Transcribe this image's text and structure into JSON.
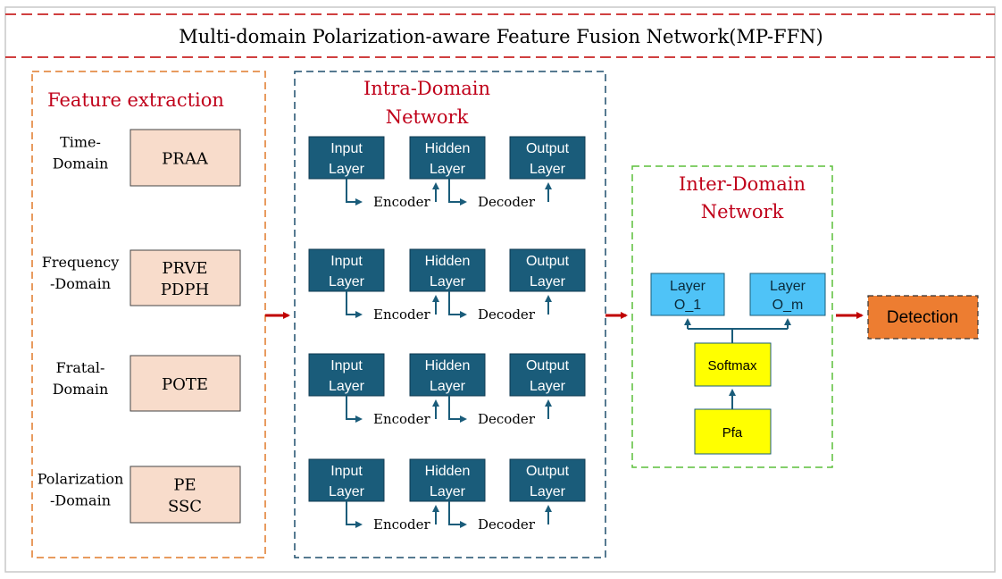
{
  "title": "Multi-domain Polarization-aware Feature Fusion Network(MP-FFN)",
  "feature_extraction": {
    "heading": "Feature extraction",
    "rows": [
      {
        "domain_lines": [
          "Time-",
          "Domain"
        ],
        "feature_lines": [
          "PRAA"
        ]
      },
      {
        "domain_lines": [
          "Frequency",
          "-Domain"
        ],
        "feature_lines": [
          "PRVE",
          "PDPH"
        ]
      },
      {
        "domain_lines": [
          "Fratal-",
          "Domain"
        ],
        "feature_lines": [
          "POTE"
        ]
      },
      {
        "domain_lines": [
          "Polarization",
          "-Domain"
        ],
        "feature_lines": [
          "PE",
          "SSC"
        ]
      }
    ]
  },
  "intra_domain": {
    "heading_lines": [
      "Intra-Domain",
      "Network"
    ],
    "input_lines": [
      "Input",
      "Layer"
    ],
    "hidden_lines": [
      "Hidden",
      "Layer"
    ],
    "output_lines": [
      "Output",
      "Layer"
    ],
    "encoder_label": "Encoder",
    "decoder_label": "Decoder",
    "block_count": 4
  },
  "inter_domain": {
    "heading_lines": [
      "Inter-Domain",
      "Network"
    ],
    "layer_left_lines": [
      "Layer",
      "O_1"
    ],
    "layer_right_lines": [
      "Layer",
      "O_m"
    ],
    "softmax": "Softmax",
    "pfa": "Pfa"
  },
  "detection": "Detection",
  "colors": {
    "title_dash": "#c00000",
    "feature_border": "#e07a2a",
    "feature_box_fill": "#f8dccb",
    "section_heading": "#c0001a",
    "intra_border": "#1f4e6d",
    "layer_fill": "#1a5c7a",
    "layer_text": "#ffffff",
    "inter_border": "#5bbf3a",
    "inter_layer_fill": "#4fc3f7",
    "softmax_fill": "#ffff00",
    "detection_fill": "#ed7d31",
    "arrow_red": "#c00000",
    "arrow_teal": "#1a5c7a"
  }
}
